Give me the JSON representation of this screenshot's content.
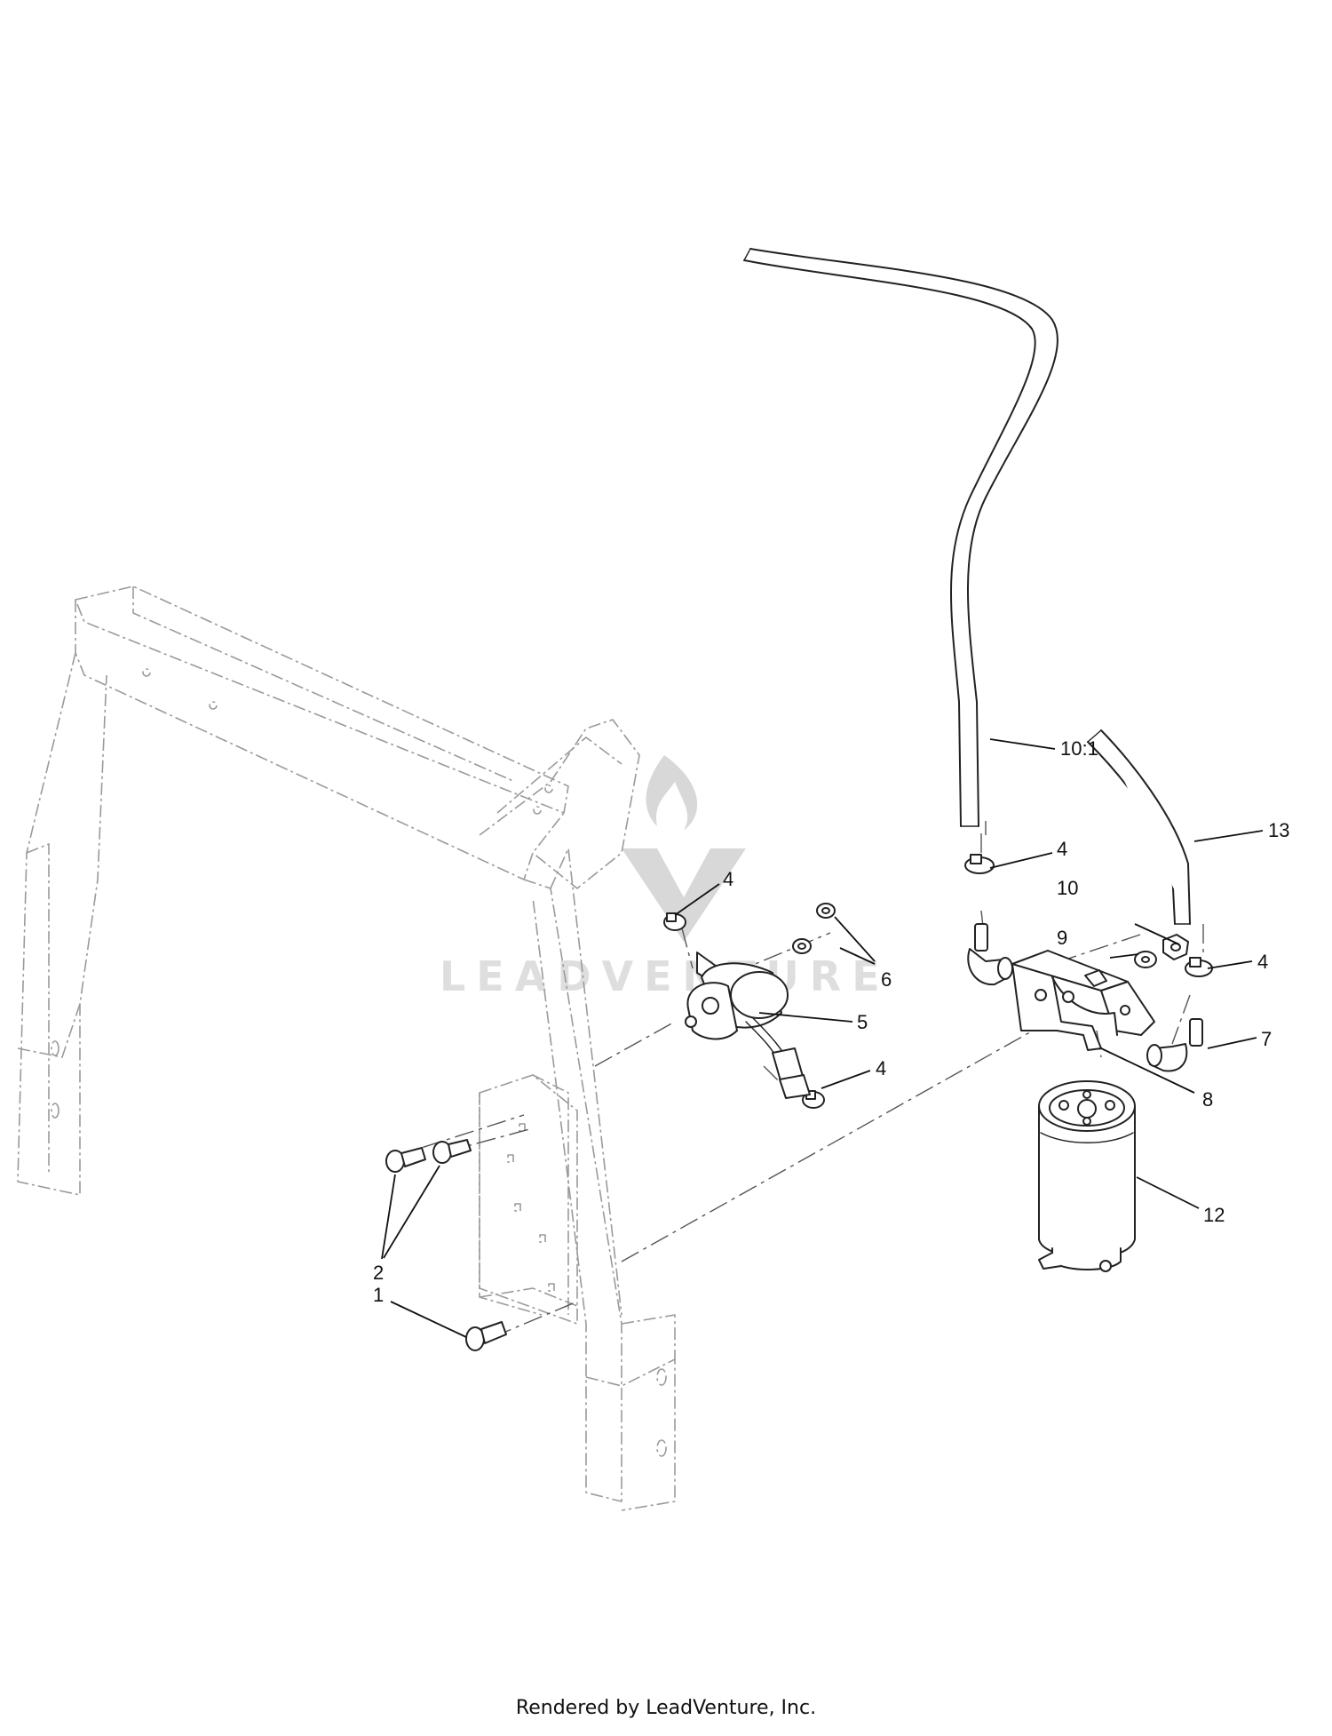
{
  "watermark": {
    "text": "LEADVENTURE"
  },
  "callouts": [
    {
      "id": "c-1",
      "label": "1"
    },
    {
      "id": "c-2",
      "label": "2"
    },
    {
      "id": "c-4-a",
      "label": "4"
    },
    {
      "id": "c-4-b",
      "label": "4"
    },
    {
      "id": "c-4-c",
      "label": "4"
    },
    {
      "id": "c-4-d",
      "label": "4"
    },
    {
      "id": "c-5",
      "label": "5"
    },
    {
      "id": "c-6",
      "label": "6"
    },
    {
      "id": "c-7",
      "label": "7"
    },
    {
      "id": "c-8",
      "label": "8"
    },
    {
      "id": "c-9",
      "label": "9"
    },
    {
      "id": "c-10",
      "label": "10"
    },
    {
      "id": "c-10-1",
      "label": "10:1"
    },
    {
      "id": "c-12",
      "label": "12"
    },
    {
      "id": "c-13",
      "label": "13"
    }
  ],
  "footer": {
    "text": "Rendered by LeadVenture, Inc."
  }
}
